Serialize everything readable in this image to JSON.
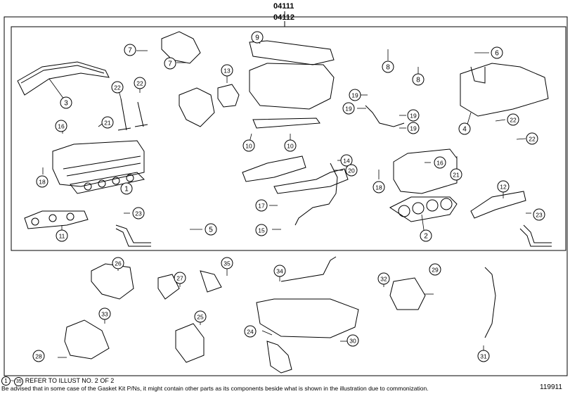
{
  "header": {
    "kit_code_outer": "04111",
    "kit_code_inner": "04112"
  },
  "callouts": [
    {
      "id": "c1",
      "label": "1"
    },
    {
      "id": "c2",
      "label": "2"
    },
    {
      "id": "c3",
      "label": "3"
    },
    {
      "id": "c4",
      "label": "4"
    },
    {
      "id": "c5",
      "label": "5"
    },
    {
      "id": "c6",
      "label": "6"
    },
    {
      "id": "c7a",
      "label": "7"
    },
    {
      "id": "c7b",
      "label": "7"
    },
    {
      "id": "c8a",
      "label": "8"
    },
    {
      "id": "c8b",
      "label": "8"
    },
    {
      "id": "c9",
      "label": "9"
    },
    {
      "id": "c10a",
      "label": "10"
    },
    {
      "id": "c10b",
      "label": "10"
    },
    {
      "id": "c11",
      "label": "11"
    },
    {
      "id": "c12",
      "label": "12"
    },
    {
      "id": "c13",
      "label": "13"
    },
    {
      "id": "c14",
      "label": "14"
    },
    {
      "id": "c15",
      "label": "15"
    },
    {
      "id": "c16a",
      "label": "16"
    },
    {
      "id": "c16b",
      "label": "16"
    },
    {
      "id": "c17",
      "label": "17"
    },
    {
      "id": "c18a",
      "label": "18"
    },
    {
      "id": "c18b",
      "label": "18"
    },
    {
      "id": "c19a",
      "label": "19"
    },
    {
      "id": "c19b",
      "label": "19"
    },
    {
      "id": "c19c",
      "label": "19"
    },
    {
      "id": "c19d",
      "label": "19"
    },
    {
      "id": "c20",
      "label": "20"
    },
    {
      "id": "c21a",
      "label": "21"
    },
    {
      "id": "c21b",
      "label": "21"
    },
    {
      "id": "c22a",
      "label": "22"
    },
    {
      "id": "c22b",
      "label": "22"
    },
    {
      "id": "c22c",
      "label": "22"
    },
    {
      "id": "c22d",
      "label": "22"
    },
    {
      "id": "c23a",
      "label": "23"
    },
    {
      "id": "c23b",
      "label": "23"
    },
    {
      "id": "c24",
      "label": "24"
    },
    {
      "id": "c25",
      "label": "25"
    },
    {
      "id": "c26",
      "label": "26"
    },
    {
      "id": "c27",
      "label": "27"
    },
    {
      "id": "c28",
      "label": "28"
    },
    {
      "id": "c29",
      "label": "29"
    },
    {
      "id": "c30",
      "label": "30"
    },
    {
      "id": "c31",
      "label": "31"
    },
    {
      "id": "c32",
      "label": "32"
    },
    {
      "id": "c33",
      "label": "33"
    },
    {
      "id": "c34",
      "label": "34"
    },
    {
      "id": "c35",
      "label": "35"
    }
  ],
  "footer": {
    "range_start": "1",
    "range_sep": "~",
    "range_end": "35",
    "refer_text": "REFER TO ILLUST NO. 2 OF 2",
    "note": "Be advised that in some case of the Gasket Kit P/Ns,  it might contain other parts as its components beside what is shown in the illustration due to commonization.",
    "illustration_id": "119911"
  }
}
